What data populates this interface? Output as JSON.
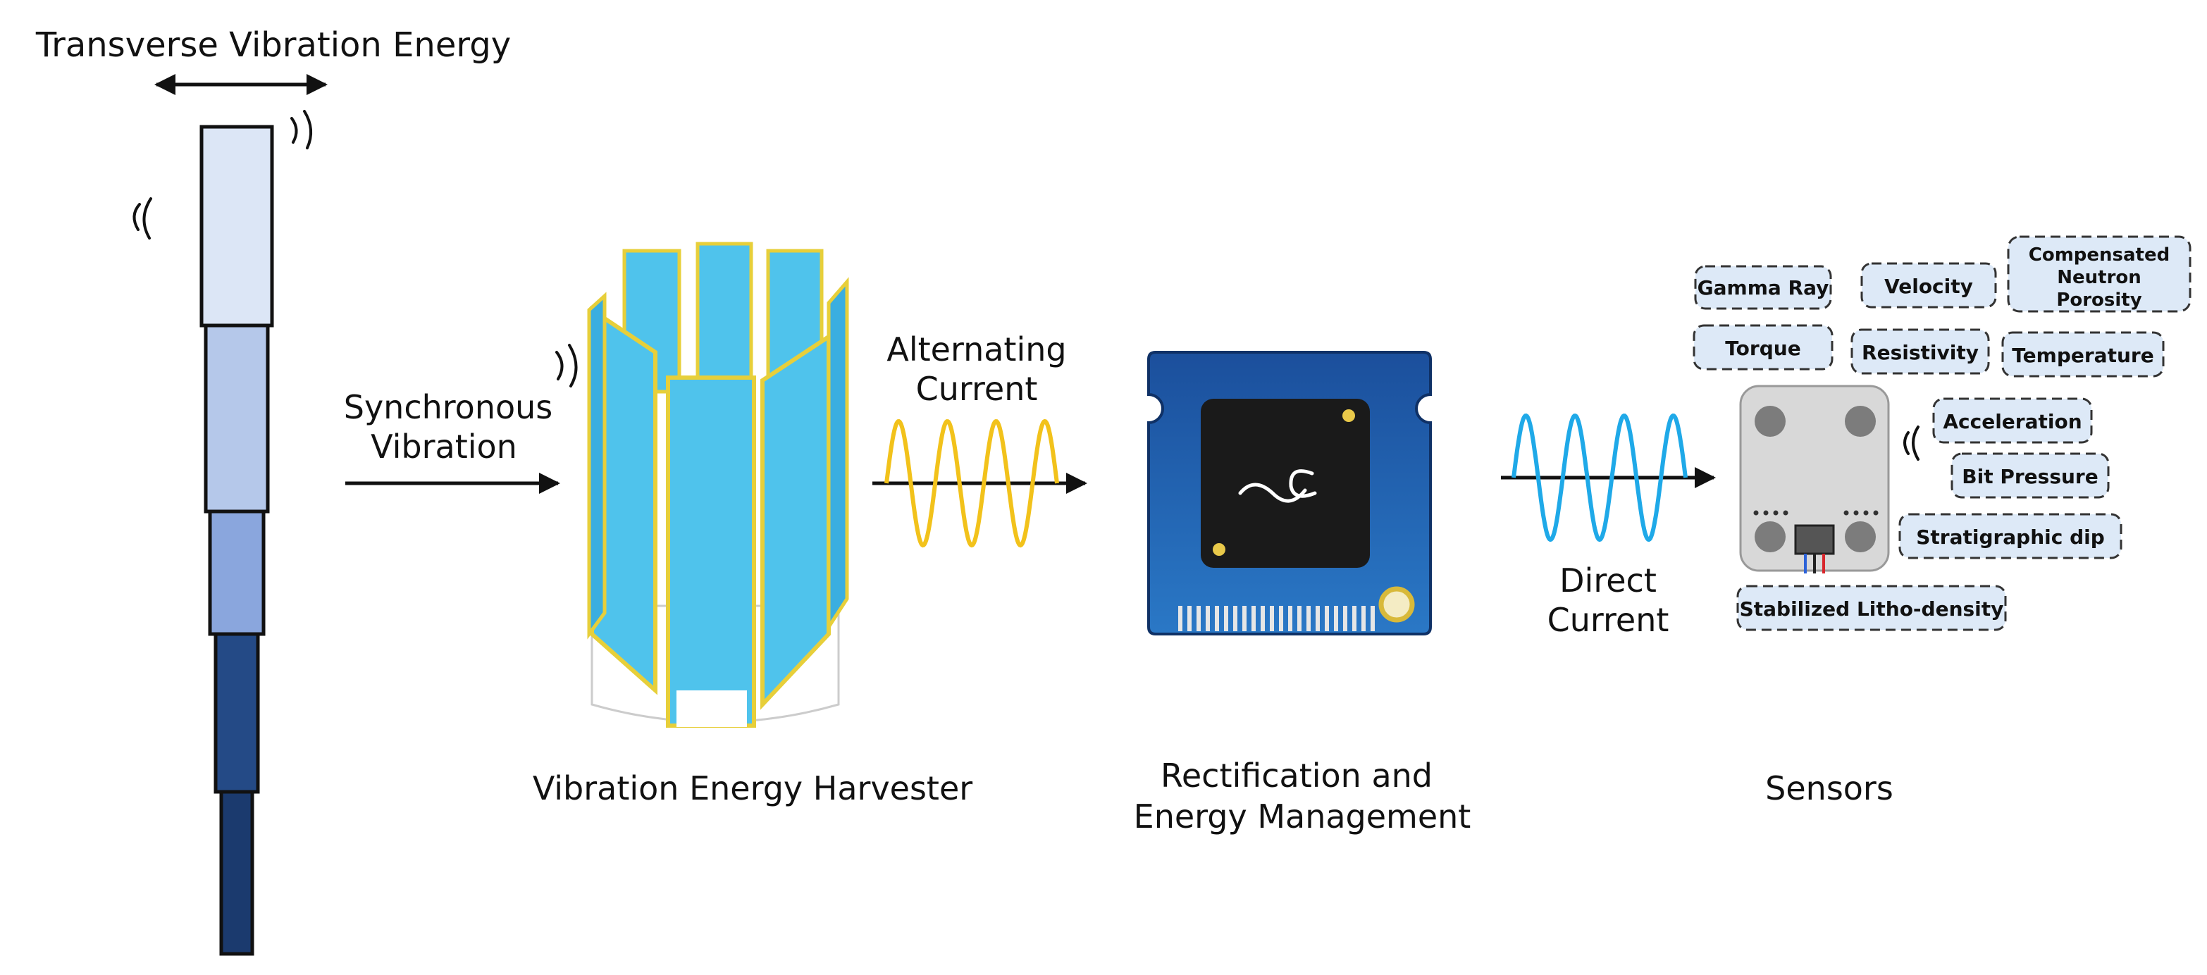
{
  "labels": {
    "transverse": "Transverse Vibration Energy",
    "synchronous_line1": "Synchronous",
    "synchronous_line2": "Vibration",
    "alternating_line1": "Alternating",
    "alternating_line2": "Current",
    "direct_line1": "Direct",
    "direct_line2": "Current",
    "harvester": "Vibration Energy Harvester",
    "rectification_line1": "Rectification and",
    "rectification_line2": "Energy Management",
    "sensors": "Sensors"
  },
  "sensor_tags": {
    "gamma_ray": "Gamma Ray",
    "velocity": "Velocity",
    "neutron_line1": "Compensated",
    "neutron_line2": "Neutron",
    "neutron_line3": "Porosity",
    "torque": "Torque",
    "resistivity": "Resistivity",
    "temperature": "Temperature",
    "acceleration": "Acceleration",
    "bit_pressure": "Bit Pressure",
    "stratigraphic_dip": "Stratigraphic dip",
    "litho_density": "Stabilized Litho-density"
  },
  "colors": {
    "ac_wave": "#f2c21b",
    "dc_wave": "#1fa9e8",
    "panel_fill": "#4fc3ec",
    "panel_edge": "#e7cf3a",
    "pcb": "#1f5ca8",
    "chip": "#1a1a1a",
    "tag_fill": "#dde9f7"
  }
}
